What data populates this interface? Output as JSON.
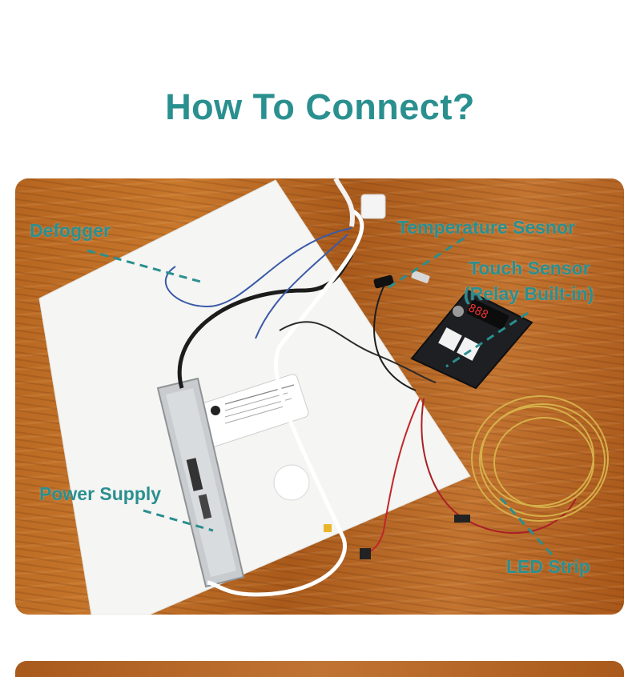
{
  "title": "How To Connect?",
  "labels": {
    "defogger": "Defogger",
    "temperature_sensor": "Temperature Sesnor",
    "touch_sensor": "Touch Sensor",
    "relay_built_in": "(Relay Built-in)",
    "power_supply": "Power Supply",
    "led_strip": "LED Strip"
  },
  "colors": {
    "accent": "#2a8f8f",
    "wood": "#b5651f",
    "panel": "#f4f4f2"
  }
}
